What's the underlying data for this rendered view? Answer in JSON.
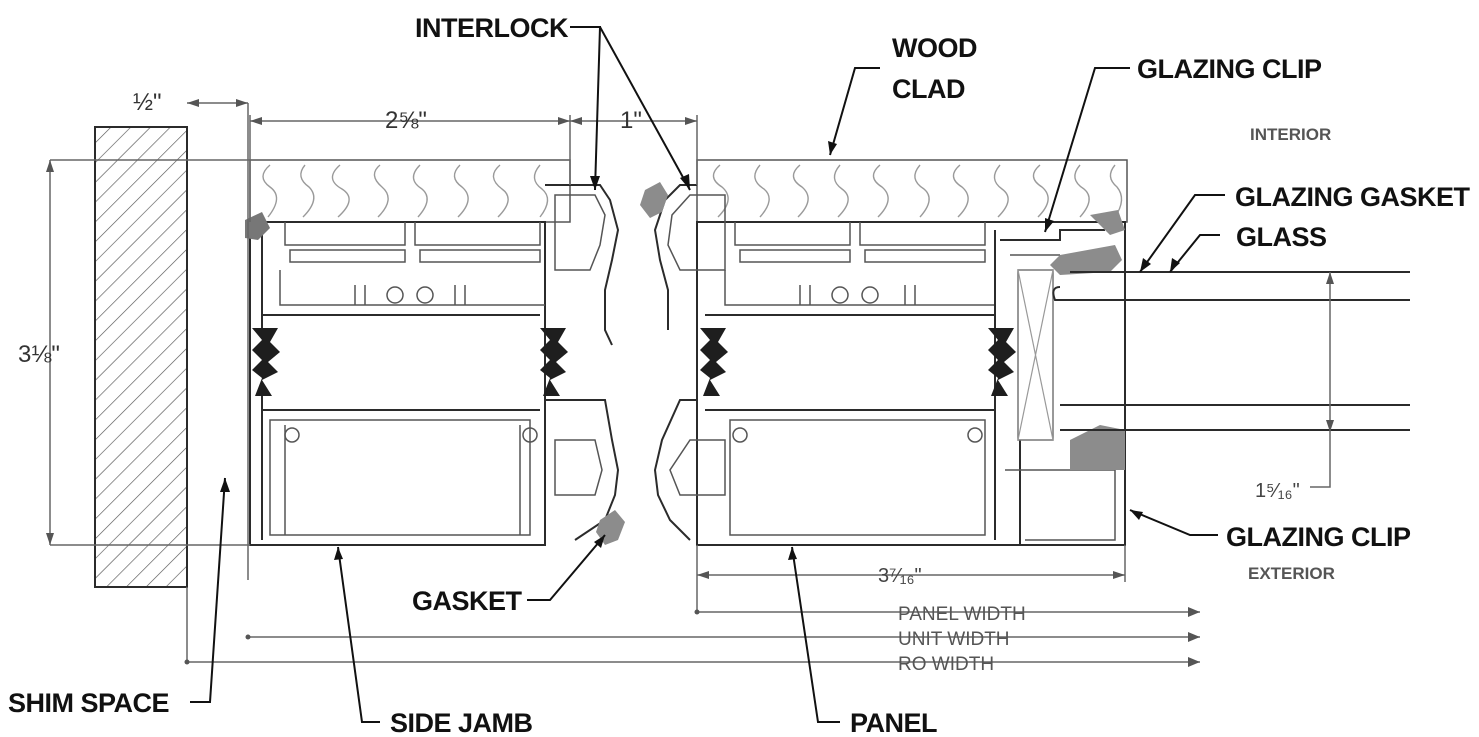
{
  "labels": {
    "interlock": "INTERLOCK",
    "wood_clad_1": "WOOD",
    "wood_clad_2": "CLAD",
    "glazing_clip_top": "GLAZING CLIP",
    "interior": "INTERIOR",
    "glazing_gasket": "GLAZING GASKET",
    "glass": "GLASS",
    "glazing_clip_bottom": "GLAZING CLIP",
    "exterior": "EXTERIOR",
    "gasket": "GASKET",
    "shim_space": "SHIM SPACE",
    "side_jamb": "SIDE JAMB",
    "panel": "PANEL"
  },
  "dimensions": {
    "half_inch": "½\"",
    "two_five_eighths": "2⅝\"",
    "one_inch": "1\"",
    "three_one_eighth": "3⅛\"",
    "one_five_sixteenths": "1⁵⁄₁₆\"",
    "three_seven_sixteenths": "3⁷⁄₁₆\"",
    "panel_width": "PANEL WIDTH",
    "unit_width": "UNIT WIDTH",
    "ro_width": "RO WIDTH"
  },
  "colors": {
    "line": "#2b2b2b",
    "gasket_dark": "#1e1e1e",
    "gasket_grey": "#8c8c8c",
    "wood_grain": "#9a9a9a"
  }
}
